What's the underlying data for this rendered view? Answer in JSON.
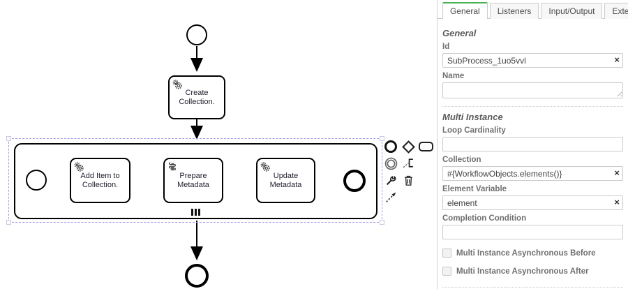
{
  "ui": {
    "clear_glyph": "×"
  },
  "colors": {
    "tab_active_accent": "#45b354",
    "selection_dash": "#9d9de8",
    "shape_stroke": "#000000"
  },
  "diagram": {
    "tasks": [
      {
        "label": "Create Collection.",
        "type": "service"
      },
      {
        "label": "Add Item to Collection.",
        "type": "service"
      },
      {
        "label": "Prepare Metadata",
        "type": "script"
      },
      {
        "label": "Update Metadata",
        "type": "service"
      }
    ],
    "subprocess_marker": "parallel-multi-instance",
    "icons": {
      "service_task": "gear-icon",
      "script_task": "script-icon"
    },
    "context_pad": [
      "append-end-event",
      "append-gateway",
      "append-task",
      "append-intermediate-event",
      "append-text-annotation",
      "change-type-wrench",
      "delete-trash",
      "connect-flow"
    ]
  },
  "panel": {
    "tabs": [
      {
        "label": "General",
        "active": true
      },
      {
        "label": "Listeners",
        "active": false
      },
      {
        "label": "Input/Output",
        "active": false
      },
      {
        "label": "Extensions",
        "active": false
      }
    ],
    "sections": {
      "general": {
        "heading": "General",
        "id": {
          "label": "Id",
          "value": "SubProcess_1uo5vvl"
        },
        "name": {
          "label": "Name",
          "value": ""
        }
      },
      "multi_instance": {
        "heading": "Multi Instance",
        "loop_cardinality": {
          "label": "Loop Cardinality",
          "value": ""
        },
        "collection": {
          "label": "Collection",
          "value": "#{WorkflowObjects.elements()}"
        },
        "element_variable": {
          "label": "Element Variable",
          "value": "element"
        },
        "completion_condition": {
          "label": "Completion Condition",
          "value": ""
        },
        "async_before": {
          "label": "Multi Instance Asynchronous Before",
          "checked": false
        },
        "async_after": {
          "label": "Multi Instance Asynchronous After",
          "checked": false
        }
      }
    }
  }
}
